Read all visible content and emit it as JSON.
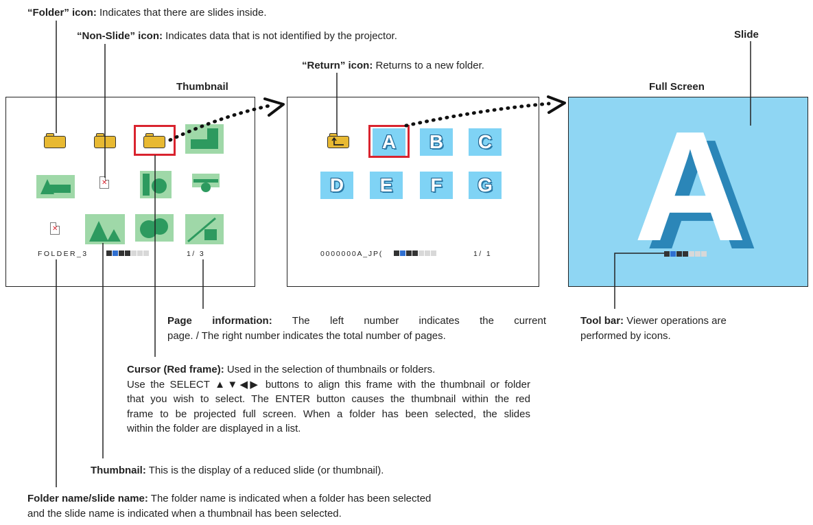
{
  "annotations": {
    "folder_icon": {
      "term": "“Folder” icon:",
      "desc": " Indicates that there are slides inside."
    },
    "nonslide_icon": {
      "term": "“Non-Slide” icon:",
      "desc": " Indicates data that is not identified by the projector."
    },
    "return_icon": {
      "term": "“Return” icon:",
      "desc": " Returns to a new folder."
    },
    "slide": "Slide",
    "page_info": {
      "term": "Page information:",
      "desc1": " The left number indicates the current",
      "desc2": "page. / The right number indicates the total number of pages."
    },
    "toolbar": {
      "term": "Tool bar:",
      "desc1": " Viewer operations are",
      "desc2": "performed by icons."
    },
    "cursor": {
      "term": "Cursor (Red frame):",
      "desc": " Used in the selection of thumbnails or folders.",
      "lines": [
        "Use the SELECT ▲▼◀▶ buttons to align this frame with the thumbnail or folder",
        "that you wish to select. The ENTER button causes the thumbnail within the red",
        "frame to be projected full screen. When a folder has been selected, the slides",
        "within the folder are displayed in a list."
      ]
    },
    "thumbnail": {
      "term": "Thumbnail:",
      "desc": " This is the display of a reduced slide (or thumbnail)."
    },
    "folder_name": {
      "term": "Folder name/slide name:",
      "desc1": " The folder name is indicated when a folder has been selected",
      "desc2": "and the slide name is indicated when a thumbnail has been selected."
    }
  },
  "panels": {
    "thumbnail_title": "Thumbnail",
    "fullscreen_title": "Full Screen",
    "left_folder_name": "FOLDER_3",
    "left_page": "1/ 3",
    "middle_slide_name": "0000000A_JP(",
    "middle_page": "1/ 1",
    "slide_letters": [
      "A",
      "B",
      "C",
      "D",
      "E",
      "F",
      "G"
    ],
    "big_letter": "A"
  },
  "colors": {
    "thumbnail_green": "#9fd8a8",
    "slide_blue": "#7fd3f5",
    "fullscreen_bg": "#8fd6f3",
    "cursor_red": "#d9232e",
    "folder_yellow": "#e8b932"
  }
}
